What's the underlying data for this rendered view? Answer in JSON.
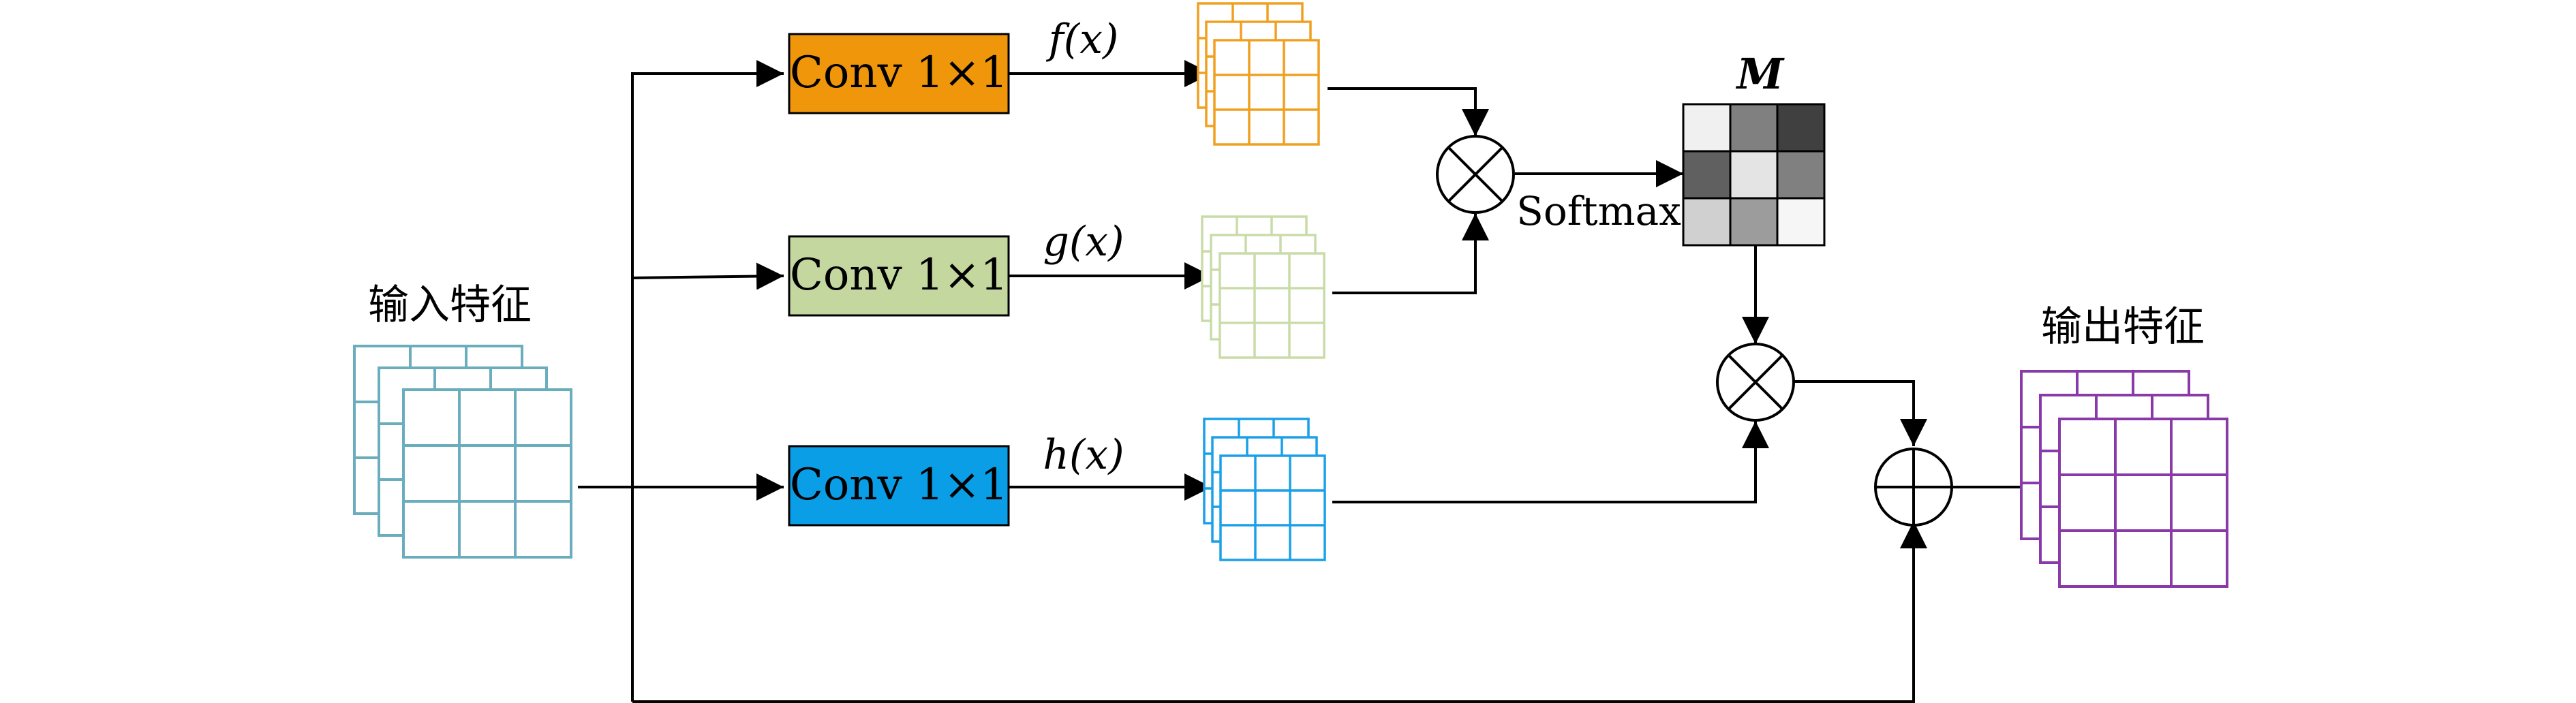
{
  "labels": {
    "input_feature": "输入特征",
    "output_feature": "输出特征",
    "conv_f": "Conv 1×1",
    "conv_g": "Conv 1×1",
    "conv_h": "Conv 1×1",
    "fx": "f(x)",
    "gx": "g(x)",
    "hx": "h(x)",
    "softmax": "Softmax",
    "attention_map": "M"
  },
  "colors": {
    "input_grid": "#6aadbd",
    "conv_f_fill": "#f0960b",
    "conv_g_fill": "#c4d79f",
    "conv_h_fill": "#0a9ee6",
    "fx_grid": "#f0a020",
    "gx_grid": "#c9dca8",
    "hx_grid": "#1aa0e8",
    "output_grid": "#8a3aa8"
  },
  "attention_matrix": [
    [
      "#f0f0f0",
      "#808080",
      "#404040"
    ],
    [
      "#606060",
      "#e4e4e4",
      "#808080"
    ],
    [
      "#d0d0d0",
      "#9c9c9c",
      "#f6f6f6"
    ]
  ]
}
